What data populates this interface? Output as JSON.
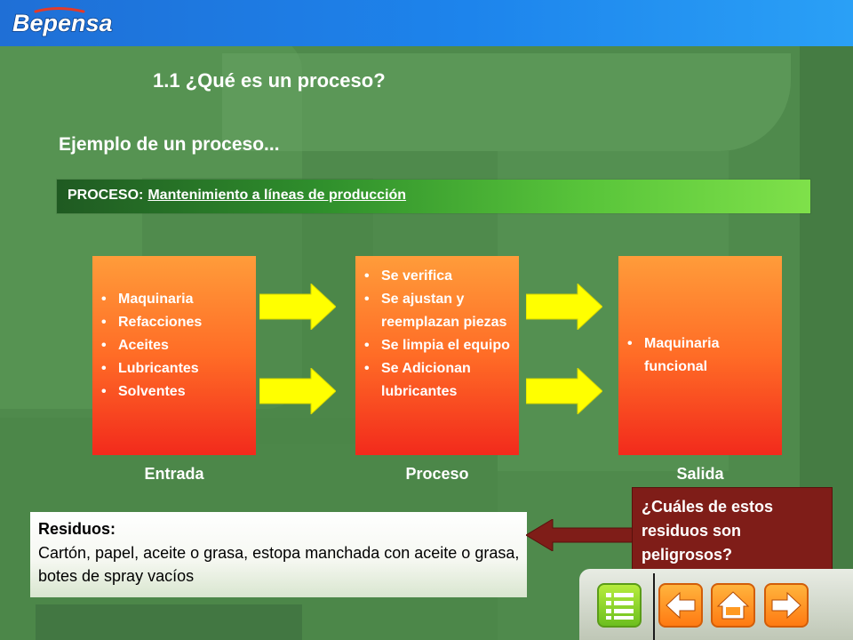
{
  "brand": {
    "logo_text": "Bepensa",
    "header_color": "#1d84ec"
  },
  "title": "1.1 ¿Qué es un proceso?",
  "subtitle": "Ejemplo de un proceso...",
  "process": {
    "label": "PROCESO:",
    "name": "Mantenimiento a líneas de producción"
  },
  "columns": {
    "input": {
      "label": "Entrada",
      "items": [
        "Maquinaria",
        "Refacciones",
        "Aceites",
        "Lubricantes",
        "Solventes"
      ]
    },
    "process": {
      "label": "Proceso",
      "items": [
        "Se verifica",
        "Se ajustan y reemplazan piezas",
        "Se limpia el equipo",
        "Se Adicionan lubricantes"
      ]
    },
    "output": {
      "label": "Salida",
      "items": [
        "Maquinaria funcional"
      ]
    }
  },
  "waste": {
    "title": "Residuos:",
    "text": "Cartón, papel, aceite o grasa, estopa manchada con aceite o grasa, botes de spray vacíos"
  },
  "callout": {
    "text": "¿Cuáles de estos residuos son peligrosos?"
  },
  "nav": {
    "buttons": [
      {
        "name": "menu",
        "icon": "list-icon"
      },
      {
        "name": "previous",
        "icon": "arrow-left-icon"
      },
      {
        "name": "home",
        "icon": "home-icon"
      },
      {
        "name": "next",
        "icon": "arrow-right-icon"
      }
    ]
  },
  "colors": {
    "background": "#4f8a4c",
    "box_top": "#ff9c3a",
    "box_bottom": "#f22a1c",
    "flow_arrow": "#ffff00",
    "callout": "#7f1d18"
  }
}
